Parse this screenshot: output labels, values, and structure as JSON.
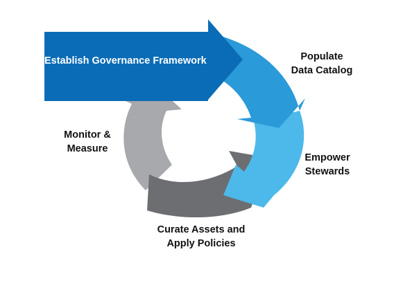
{
  "diagram": {
    "colors": {
      "framework_arrow": "#0a6cb6",
      "populate_segment": "#2a9ad8",
      "empower_segment": "#4cb9ea",
      "curate_segment": "#6d6e71",
      "monitor_segment": "#a7a9ac",
      "background": "#ffffff"
    },
    "framework": {
      "label": "Establish Governance Framework"
    },
    "stages": {
      "populate": {
        "line1": "Populate",
        "line2": "Data Catalog"
      },
      "empower": {
        "line1": "Empower",
        "line2": "Stewards"
      },
      "curate": {
        "line1": "Curate Assets and",
        "line2": "Apply Policies"
      },
      "monitor": {
        "line1": "Monitor &",
        "line2": "Measure"
      }
    }
  }
}
